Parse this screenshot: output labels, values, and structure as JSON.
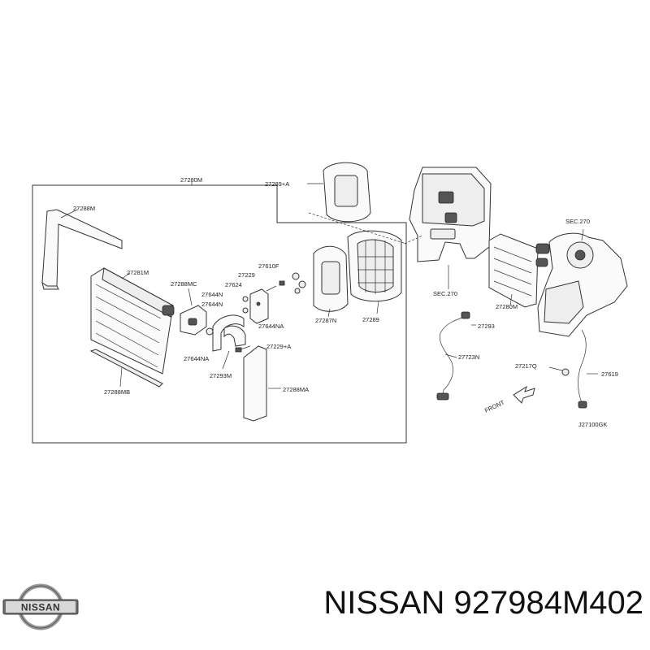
{
  "diagram": {
    "labels": {
      "l27280M": "27280M",
      "l27289A": "27289+A",
      "l27288M": "27288M",
      "l27281M": "27281M",
      "l27288MC": "27288MC",
      "l27624": "27624",
      "l27229": "27229",
      "l27610F": "27610F",
      "l27644N_1": "27644N",
      "l27644N_2": "27644N",
      "l27644NA_1": "27644NA",
      "l27644NA_2": "27644NA",
      "l27287N": "27287N",
      "l27289": "27289",
      "l27229A": "27229+A",
      "l27293M": "27293M",
      "l27288MB": "27288MB",
      "l27288MA": "27288MA",
      "sec270_1": "SEC.270",
      "sec270_2": "SEC.270",
      "l27280M_right": "27280M",
      "l27293": "27293",
      "l27723N": "27723N",
      "l27217Q": "27217Q",
      "l27619": "27619",
      "front": "FRONT",
      "code": "J27100GK"
    }
  },
  "footer": {
    "logo_text": "NISSAN",
    "title": "NISSAN 927984M402"
  }
}
